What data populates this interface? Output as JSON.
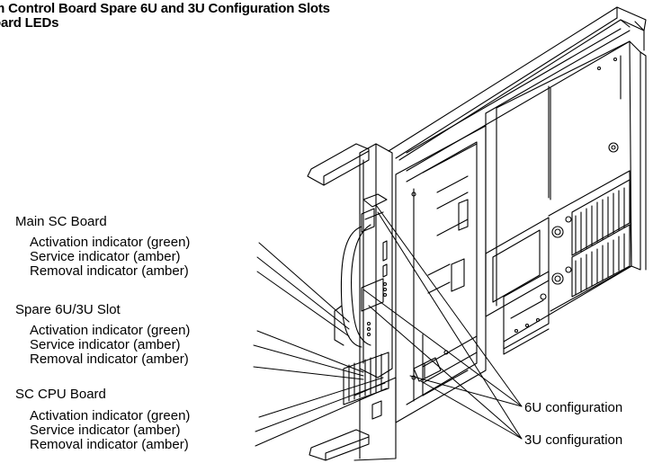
{
  "title": {
    "line1": "m Control Board Spare 6U and 3U Configuration Slots",
    "line2": "oard LEDs"
  },
  "groups": [
    {
      "name": "Main SC Board",
      "items": [
        "Activation indicator (green)",
        "Service indicator (amber)",
        "Removal indicator (amber)"
      ]
    },
    {
      "name": "Spare 6U/3U Slot",
      "items": [
        "Activation indicator (green)",
        "Service indicator (amber)",
        "Removal indicator (amber)"
      ]
    },
    {
      "name": "SC CPU Board",
      "items": [
        "Activation indicator (green)",
        "Service indicator (amber)",
        "Removal indicator (amber)"
      ]
    }
  ],
  "callouts": {
    "six_u": "6U configuration",
    "three_u": "3U configuration"
  }
}
